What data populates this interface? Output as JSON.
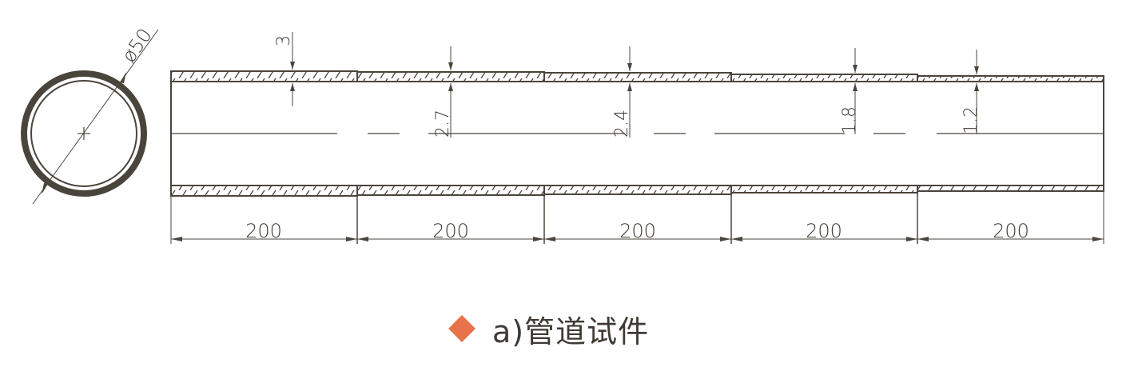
{
  "figure": {
    "caption_label": "a)管道试件",
    "caption_marker": "diamond-bullet",
    "colors": {
      "line": "#4a453c",
      "accent": "#e8734a",
      "background": "#ffffff"
    }
  },
  "cross_section": {
    "diameter_label": "ø50",
    "outer_diameter_mm": 50
  },
  "pipe": {
    "segments": [
      {
        "length_label": "200",
        "wall_thickness_label": "3"
      },
      {
        "length_label": "200",
        "wall_thickness_label": "2.7"
      },
      {
        "length_label": "200",
        "wall_thickness_label": "2.4"
      },
      {
        "length_label": "200",
        "wall_thickness_label": "1.8"
      },
      {
        "length_label": "200",
        "wall_thickness_label": "1.2"
      }
    ]
  }
}
